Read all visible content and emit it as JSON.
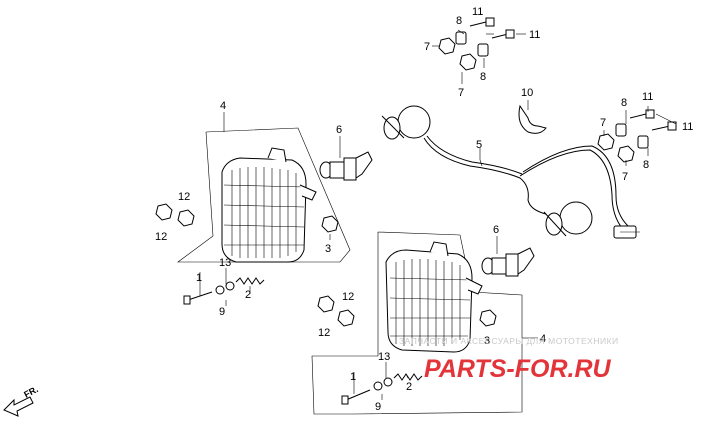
{
  "diagram": {
    "callouts": [
      {
        "id": "c-4a",
        "text": "4"
      },
      {
        "id": "c-4b",
        "text": "4"
      },
      {
        "id": "c-5",
        "text": "5"
      },
      {
        "id": "c-6a",
        "text": "6"
      },
      {
        "id": "c-6b",
        "text": "6"
      },
      {
        "id": "c-10",
        "text": "10"
      },
      {
        "id": "c-8a",
        "text": "8"
      },
      {
        "id": "c-8b",
        "text": "8"
      },
      {
        "id": "c-8c",
        "text": "8"
      },
      {
        "id": "c-8d",
        "text": "8"
      },
      {
        "id": "c-7a",
        "text": "7"
      },
      {
        "id": "c-7b",
        "text": "7"
      },
      {
        "id": "c-7c",
        "text": "7"
      },
      {
        "id": "c-7d",
        "text": "7"
      },
      {
        "id": "c-11a",
        "text": "11"
      },
      {
        "id": "c-11b",
        "text": "11"
      },
      {
        "id": "c-11c",
        "text": "11"
      },
      {
        "id": "c-11d",
        "text": "11"
      },
      {
        "id": "c-12a",
        "text": "12"
      },
      {
        "id": "c-12b",
        "text": "12"
      },
      {
        "id": "c-12c",
        "text": "12"
      },
      {
        "id": "c-12d",
        "text": "12"
      },
      {
        "id": "c-3a",
        "text": "3"
      },
      {
        "id": "c-3b",
        "text": "3"
      },
      {
        "id": "c-1a",
        "text": "1"
      },
      {
        "id": "c-1b",
        "text": "1"
      },
      {
        "id": "c-13a",
        "text": "13"
      },
      {
        "id": "c-13b",
        "text": "13"
      },
      {
        "id": "c-2a",
        "text": "2"
      },
      {
        "id": "c-2b",
        "text": "2"
      },
      {
        "id": "c-9a",
        "text": "9"
      },
      {
        "id": "c-9b",
        "text": "9"
      }
    ],
    "direction_label": "FR.",
    "watermark": {
      "caption": "ЗАПЧАСТИ И АКСЕССУАРЫ ДЛЯ МОТОТЕХНИКИ",
      "brand": "PARTS-FOR.RU"
    }
  }
}
